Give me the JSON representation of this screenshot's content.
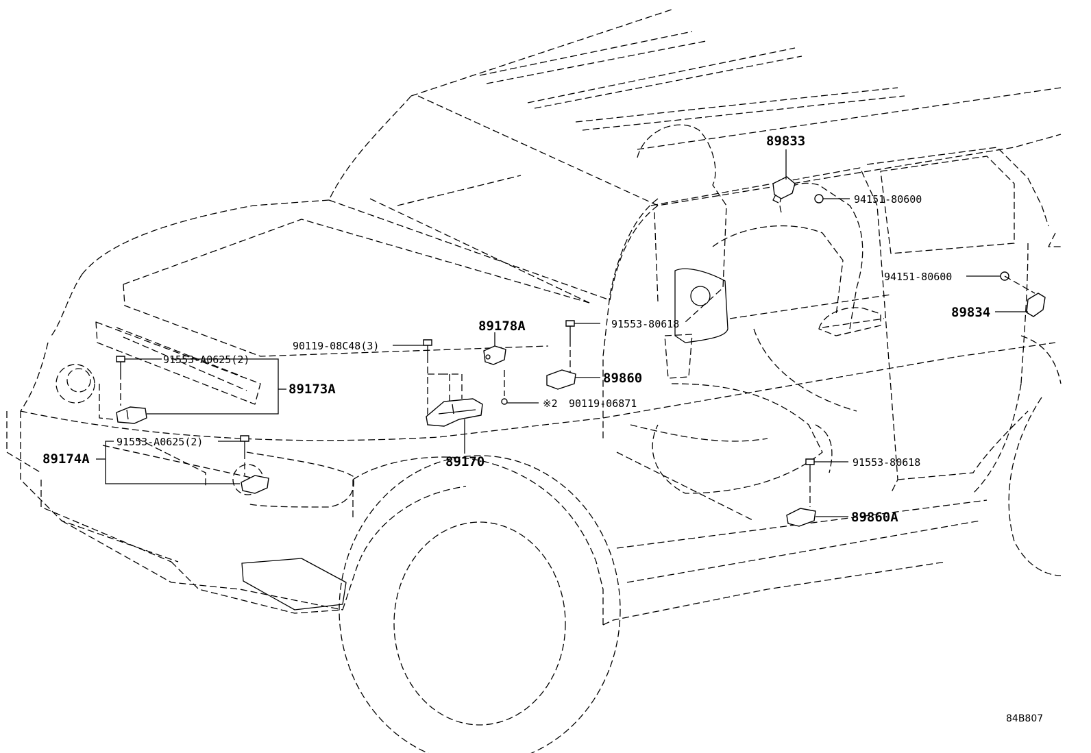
{
  "callouts": {
    "p89833": "89833",
    "p94151_a": "94151-80600",
    "p94151_b": "94151-80600",
    "p89834": "89834",
    "p89178A": "89178A",
    "p91553_80618_a": "91553-80618",
    "p90119_08C48": "90119-08C48(3)",
    "p91553_A0625_a": "91553-A0625(2)",
    "p89173A": "89173A",
    "p89860": "89860",
    "p90119_06871_mark": "※2",
    "p90119_06871": "90119-06871",
    "p91553_A0625_b": "91553-A0625(2)",
    "p89174A": "89174A",
    "p89170": "89170",
    "p91553_80618_b": "91553-80618",
    "p89860A": "89860A"
  },
  "figure_code": "84B807"
}
